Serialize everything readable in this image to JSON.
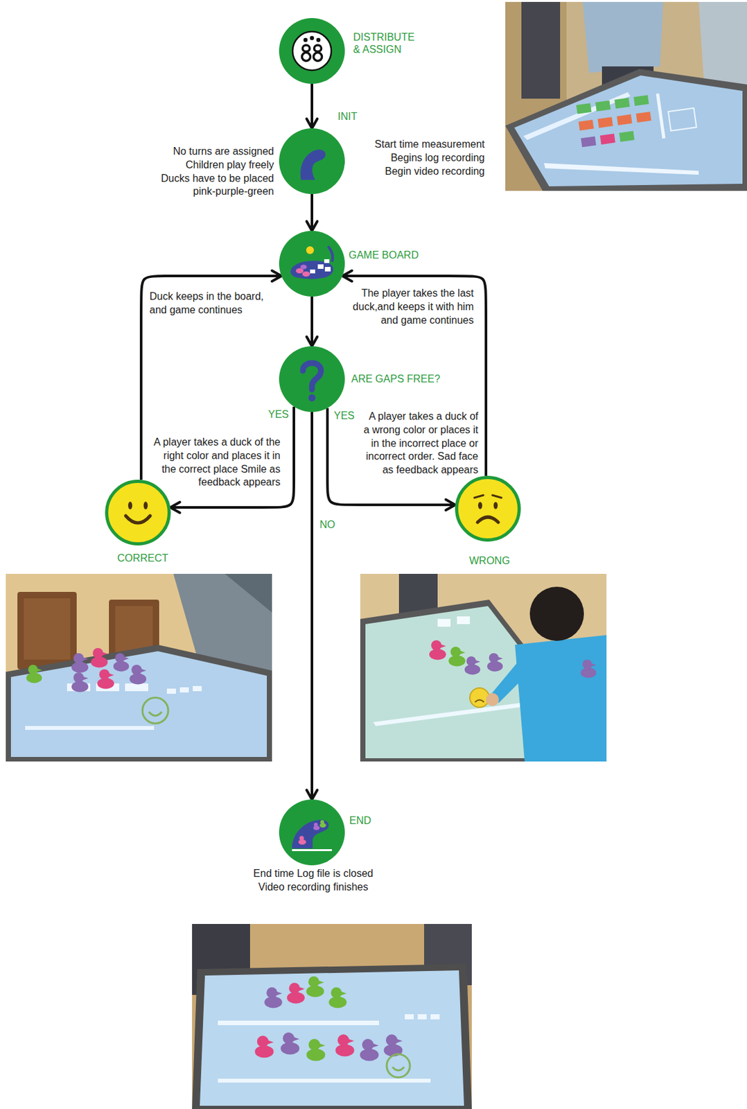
{
  "diagram": {
    "nodes": [
      {
        "text": [
          "DISTRIBUTE & ASSIGN"
        ]
      },
      {
        "text": [
          "INIT"
        ]
      },
      {
        "text": [
          "GAME BOARD"
        ]
      },
      {
        "text": [
          "ARE GAPS FREE?"
        ]
      },
      {
        "text": [
          "CORRECT"
        ]
      },
      {
        "text": [
          "WRONG"
        ]
      },
      {
        "text": [
          "END"
        ]
      }
    ],
    "edges": [
      {
        "from": 0,
        "to": 1,
        "arrow": "to"
      },
      {
        "from": 1,
        "to": 2,
        "arrow": "to"
      },
      {
        "from": 2,
        "to": 3,
        "arrow": "to"
      },
      {
        "from": 3,
        "to": 4,
        "label": "YES",
        "arrow": "to"
      },
      {
        "from": 3,
        "to": 5,
        "label": "YES",
        "arrow": "to"
      },
      {
        "from": 4,
        "to": 2,
        "arrow": "to"
      },
      {
        "from": 5,
        "to": 2,
        "arrow": "to"
      },
      {
        "from": 3,
        "to": 6,
        "label": "NO",
        "arrow": "to"
      }
    ],
    "labels": [
      "No turns are assigned Children play freely Ducks have to be placed pink-purple-green",
      "Start time measurement Begins log recording Begin video recording",
      "Duck keeps in the board, and game continues",
      "The player takes the last duck,and keeps it with him and game continues",
      "A player takes a duck of the right color and places it in the correct place Smile as feedback appears",
      "A player takes a duck of a wrong color or places it in the incorrect place or incorrect order. Sad face as feedback appears",
      "End time Log file is closed Video recording finishes"
    ]
  }
}
